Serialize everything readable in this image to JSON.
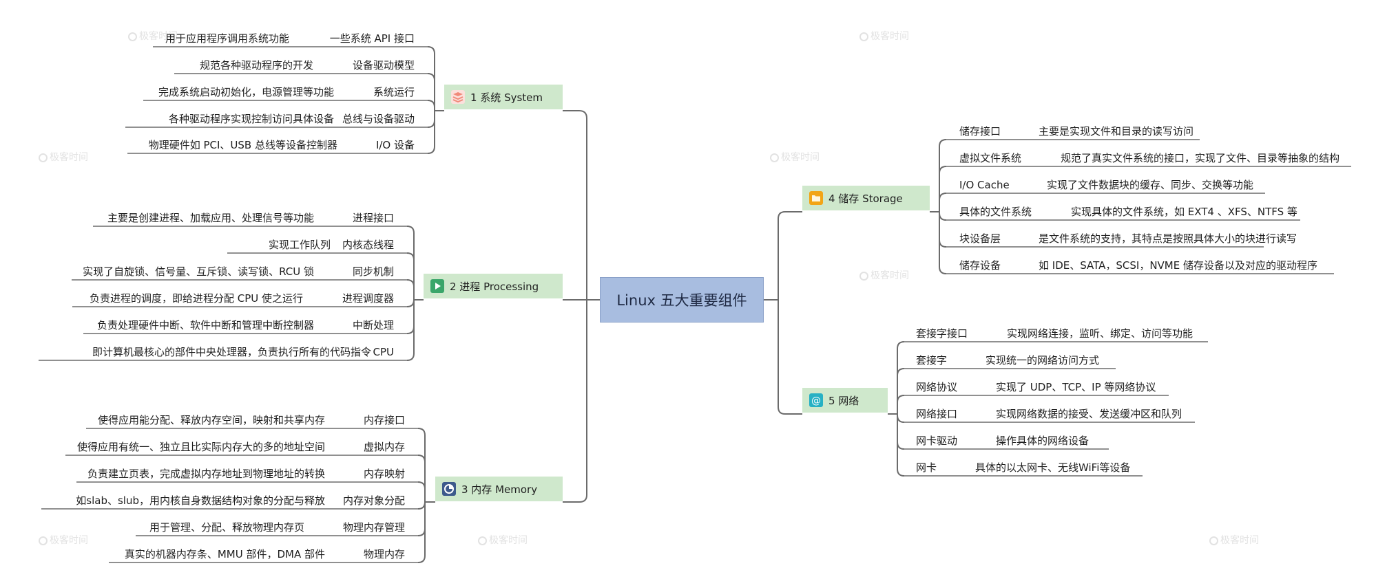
{
  "center": "Linux 五大重要组件",
  "watermark": "极客时间",
  "colors": {
    "center_fill": "#a8bde0",
    "branch_fill": "#cfe8cc",
    "line": "#6b6b6b"
  },
  "branches": [
    {
      "label": "1 系统 System",
      "icon": "layers-icon",
      "children": [
        {
          "name": "一些系统 API 接口",
          "desc": "用于应用程序调用系统功能"
        },
        {
          "name": "设备驱动模型",
          "desc": "规范各种驱动程序的开发"
        },
        {
          "name": "系统运行",
          "desc": "完成系统启动初始化，电源管理等功能"
        },
        {
          "name": "总线与设备驱动",
          "desc": "各种驱动程序实现控制访问具体设备"
        },
        {
          "name": "I/O 设备",
          "desc": "物理硬件如 PCI、USB 总线等设备控制器"
        }
      ]
    },
    {
      "label": "2 进程 Processing",
      "icon": "play-icon",
      "children": [
        {
          "name": "进程接口",
          "desc": "主要是创建进程、加载应用、处理信号等功能"
        },
        {
          "name": "内核态线程",
          "desc": "实现工作队列"
        },
        {
          "name": "同步机制",
          "desc": "实现了自旋锁、信号量、互斥锁、读写锁、RCU 锁"
        },
        {
          "name": "进程调度器",
          "desc": "负责进程的调度，即给进程分配 CPU 使之运行"
        },
        {
          "name": "中断处理",
          "desc": "负责处理硬件中断、软件中断和管理中断控制器"
        },
        {
          "name": "CPU",
          "desc": "即计算机最核心的部件中央处理器，负责执行所有的代码指令"
        }
      ]
    },
    {
      "label": "3 内存 Memory",
      "icon": "pie-chart-icon",
      "children": [
        {
          "name": "内存接口",
          "desc": "使得应用能分配、释放内存空间，映射和共享内存"
        },
        {
          "name": "虚拟内存",
          "desc": "使得应用有统一、独立且比实际内存大的多的地址空间"
        },
        {
          "name": "内存映射",
          "desc": "负责建立页表，完成虚拟内存地址到物理地址的转换"
        },
        {
          "name": "内存对象分配",
          "desc": "如slab、slub，用内核自身数据结构对象的分配与释放"
        },
        {
          "name": "物理内存管理",
          "desc": "用于管理、分配、释放物理内存页"
        },
        {
          "name": "物理内存",
          "desc": "真实的机器内存条、MMU 部件，DMA 部件"
        }
      ]
    },
    {
      "label": "4 储存 Storage",
      "icon": "folder-icon",
      "children": [
        {
          "name": "储存接口",
          "desc": "主要是实现文件和目录的读写访问"
        },
        {
          "name": "虚拟文件系统",
          "desc": "规范了真实文件系统的接口，实现了文件、目录等抽象的结构"
        },
        {
          "name": "I/O Cache",
          "desc": "实现了文件数据块的缓存、同步、交换等功能"
        },
        {
          "name": "具体的文件系统",
          "desc": "实现具体的文件系统，如 EXT4 、XFS、NTFS 等"
        },
        {
          "name": "块设备层",
          "desc": "是文件系统的支持，其特点是按照具体大小的块进行读写"
        },
        {
          "name": "储存设备",
          "desc": "如 IDE、SATA，SCSI，NVME 储存设备以及对应的驱动程序"
        }
      ]
    },
    {
      "label": "5 网络",
      "icon": "at-sign-icon",
      "children": [
        {
          "name": "套接字接口",
          "desc": "实现网络连接，监听、绑定、访问等功能"
        },
        {
          "name": "套接字",
          "desc": "实现统一的网络访问方式"
        },
        {
          "name": "网络协议",
          "desc": "实现了 UDP、TCP、IP 等网络协议"
        },
        {
          "name": "网络接口",
          "desc": "实现网络数据的接受、发送缓冲区和队列"
        },
        {
          "name": "网卡驱动",
          "desc": "操作具体的网络设备"
        },
        {
          "name": "网卡",
          "desc": "具体的以太网卡、无线WiFi等设备"
        }
      ]
    }
  ]
}
